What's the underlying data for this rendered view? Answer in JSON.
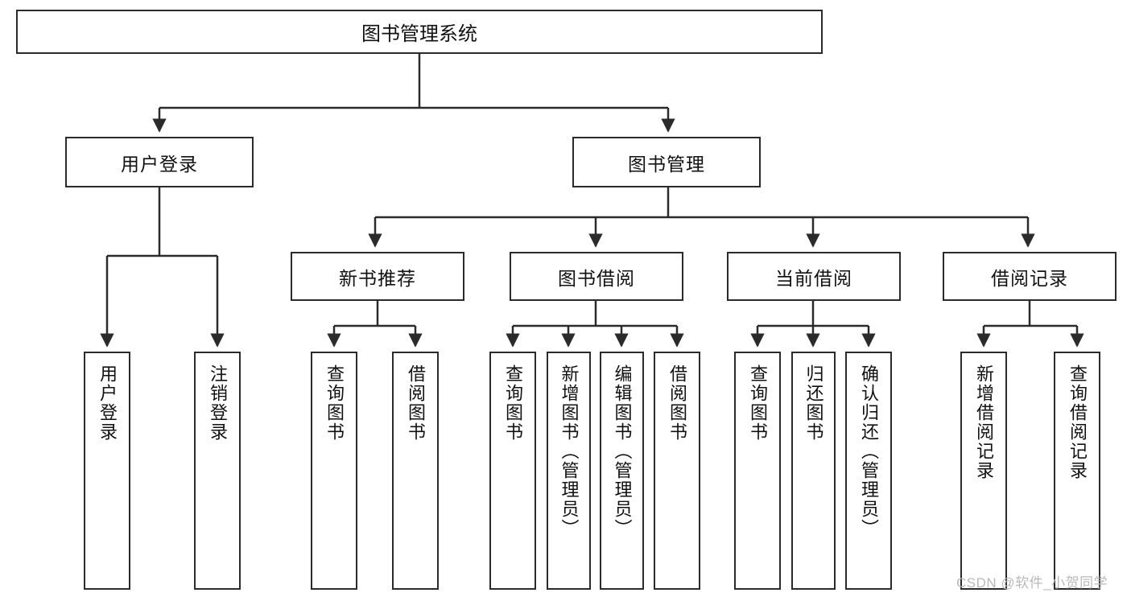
{
  "diagram": {
    "title": "图书管理系统",
    "watermark": "CSDN @软件_小贺同学",
    "stroke_color": "#2b2b2b",
    "fill_color": "#ffffff",
    "text_color": "#111111"
  },
  "root": {
    "label": "图书管理系统"
  },
  "level2": [
    {
      "label": "用户登录"
    },
    {
      "label": "图书管理"
    }
  ],
  "level3": [
    {
      "label": "新书推荐"
    },
    {
      "label": "图书借阅"
    },
    {
      "label": "当前借阅"
    },
    {
      "label": "借阅记录"
    }
  ],
  "leaves": {
    "user_login": [
      {
        "label": "用户登录"
      },
      {
        "label": "注销登录"
      }
    ],
    "new_book": [
      {
        "label": "查询图书"
      },
      {
        "label": "借阅图书"
      }
    ],
    "borrow": [
      {
        "label": "查询图书"
      },
      {
        "label": "新增图书（管理员）"
      },
      {
        "label": "编辑图书（管理员）"
      },
      {
        "label": "借阅图书"
      }
    ],
    "current": [
      {
        "label": "查询图书"
      },
      {
        "label": "归还图书"
      },
      {
        "label": "确认归还（管理员）"
      }
    ],
    "records": [
      {
        "label": "新增借阅记录"
      },
      {
        "label": "查询借阅记录"
      }
    ]
  }
}
